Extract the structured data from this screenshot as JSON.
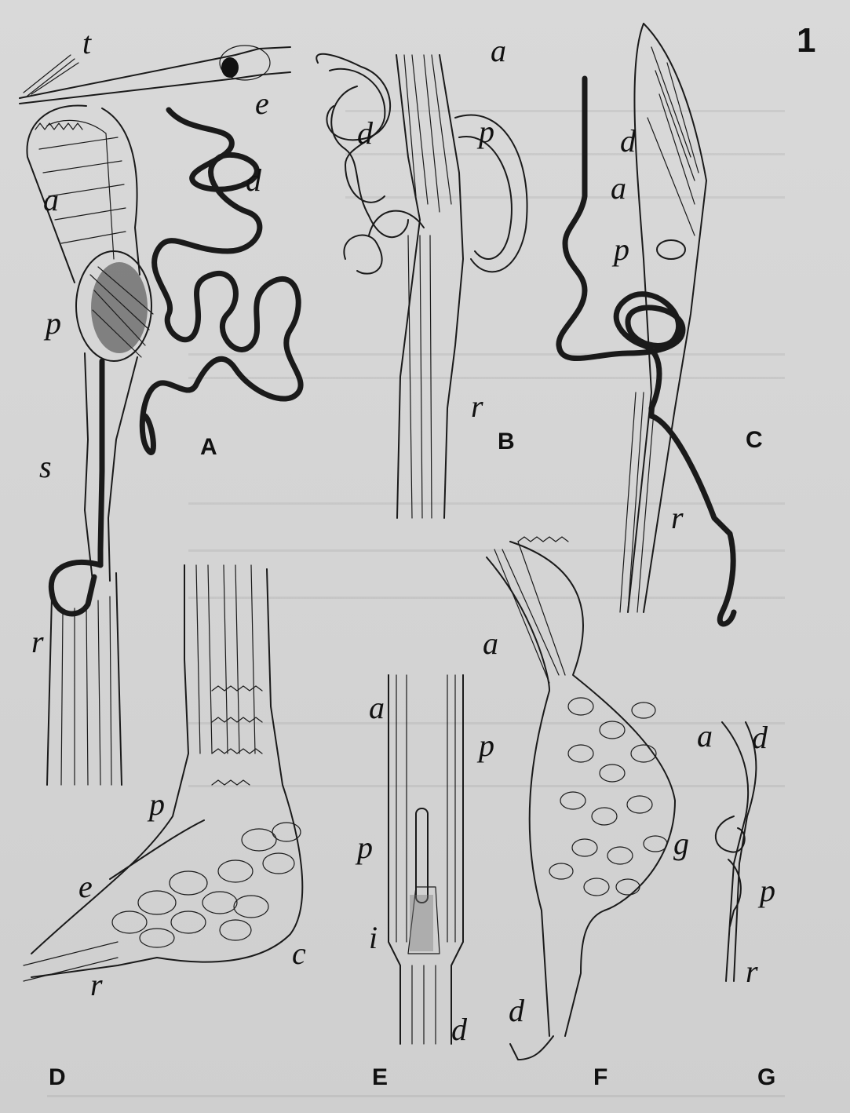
{
  "figure": {
    "plate_number": "1",
    "panels": {
      "A": "A",
      "B": "B",
      "C": "C",
      "D": "D",
      "E": "E",
      "F": "F",
      "G": "G"
    },
    "labels": {
      "A_t": "t",
      "A_e": "e",
      "A_d": "d",
      "A_a": "a",
      "A_p": "p",
      "A_s": "s",
      "A_r": "r",
      "B_a": "a",
      "B_d": "d",
      "B_p": "p",
      "B_r": "r",
      "C_d": "d",
      "C_a": "a",
      "C_p": "p",
      "C_r": "r",
      "D_p": "p",
      "D_e": "e",
      "D_c": "c",
      "D_r": "r",
      "E_a": "a",
      "E_p": "p",
      "E_i": "i",
      "E_d": "d",
      "F_a": "a",
      "F_p": "p",
      "F_g": "g",
      "F_d": "d",
      "G_a": "a",
      "G_d": "d",
      "G_p": "p",
      "G_r": "r"
    }
  }
}
